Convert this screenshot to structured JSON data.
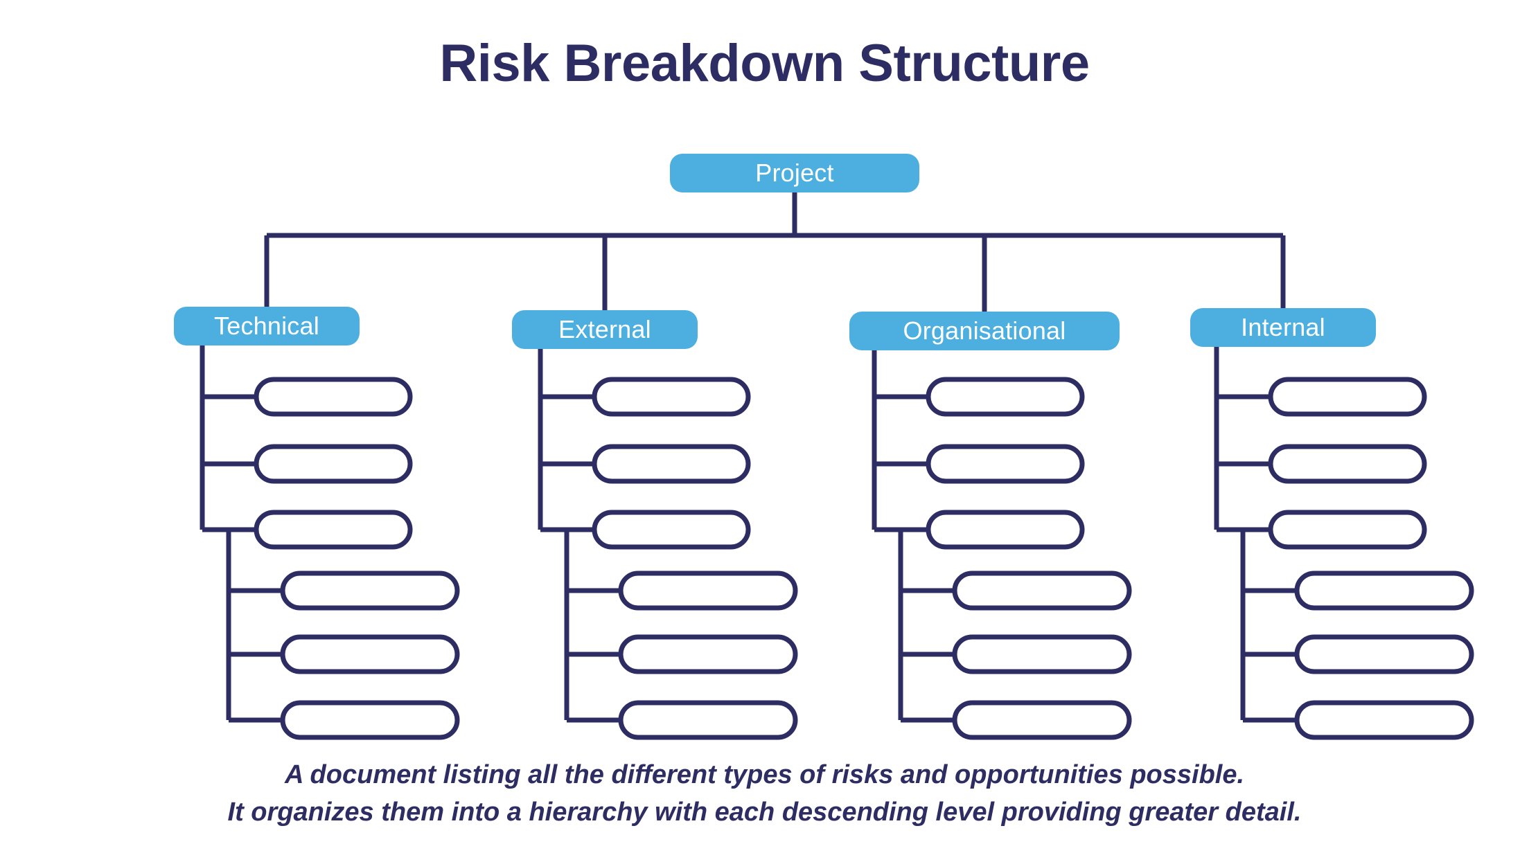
{
  "page": {
    "title": "Risk Breakdown Structure",
    "background_color": "#ffffff"
  },
  "colors": {
    "accent_blue": "#4cafe0",
    "navy": "#2d2d63",
    "pill_fill": "#ffffff",
    "chip_text": "#ffffff"
  },
  "diagram": {
    "type": "tree",
    "root": {
      "label": "Project"
    },
    "branches": [
      {
        "label": "Technical",
        "level1_count": 3,
        "level2_count": 3,
        "level1_labels": [
          "",
          "",
          ""
        ],
        "level2_labels": [
          "",
          "",
          ""
        ]
      },
      {
        "label": "External",
        "level1_count": 3,
        "level2_count": 3,
        "level1_labels": [
          "",
          "",
          ""
        ],
        "level2_labels": [
          "",
          "",
          ""
        ]
      },
      {
        "label": "Organisational",
        "level1_count": 3,
        "level2_count": 3,
        "level1_labels": [
          "",
          "",
          ""
        ],
        "level2_labels": [
          "",
          "",
          ""
        ]
      },
      {
        "label": "Internal",
        "level1_count": 3,
        "level2_count": 3,
        "level1_labels": [
          "",
          "",
          ""
        ],
        "level2_labels": [
          "",
          "",
          ""
        ]
      }
    ]
  },
  "caption": {
    "line1": "A document listing all the different types of risks and opportunities possible.",
    "line2": "It organizes them into a hierarchy with each descending level providing greater detail."
  }
}
